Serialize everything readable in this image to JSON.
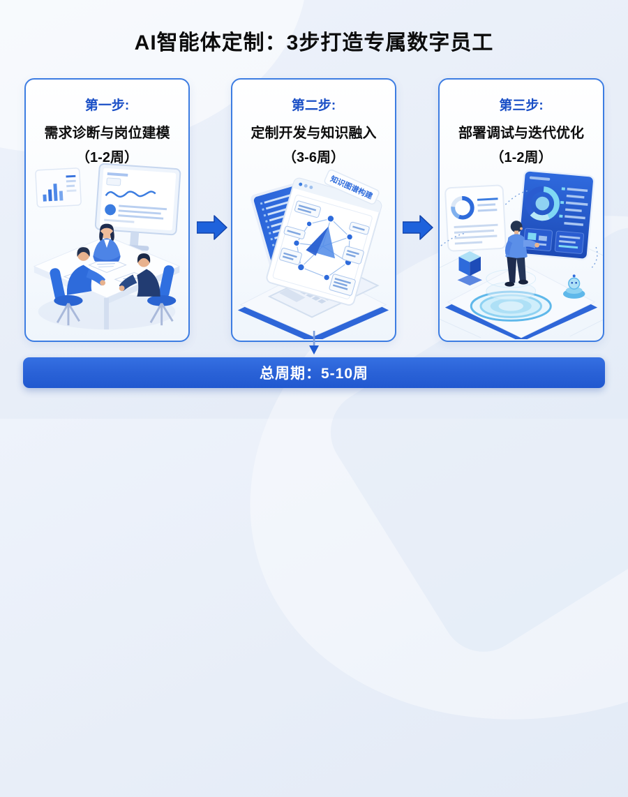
{
  "page": {
    "title": "AI智能体定制：3步打造专属数字员工"
  },
  "steps": [
    {
      "label": "第一步:",
      "title": "需求诊断与岗位建模",
      "duration": "（1-2周）",
      "illustration": "meeting-discussion-scene"
    },
    {
      "label": "第二步:",
      "title": "定制开发与知识融入",
      "duration": "（3-6周）",
      "illustration": "laptop-code-knowledge-graph-scene",
      "overlay_tag": "知识图谱构建"
    },
    {
      "label": "第三步:",
      "title": "部署调试与迭代优化",
      "duration": "（1-2周）",
      "illustration": "deployment-dashboard-scene"
    }
  ],
  "connectors": {
    "between_steps": "arrow-right",
    "to_summary": "arrow-down"
  },
  "summary": {
    "label": "总周期：5-10周"
  },
  "colors": {
    "step_label_blue": "#1a4fc6",
    "card_border": "#3d7de2",
    "arrow_blue": "#1e62dc",
    "summary_bar_blue": "#2b63d8",
    "summary_text": "#ffffff",
    "title_text": "#0c0c0c"
  }
}
